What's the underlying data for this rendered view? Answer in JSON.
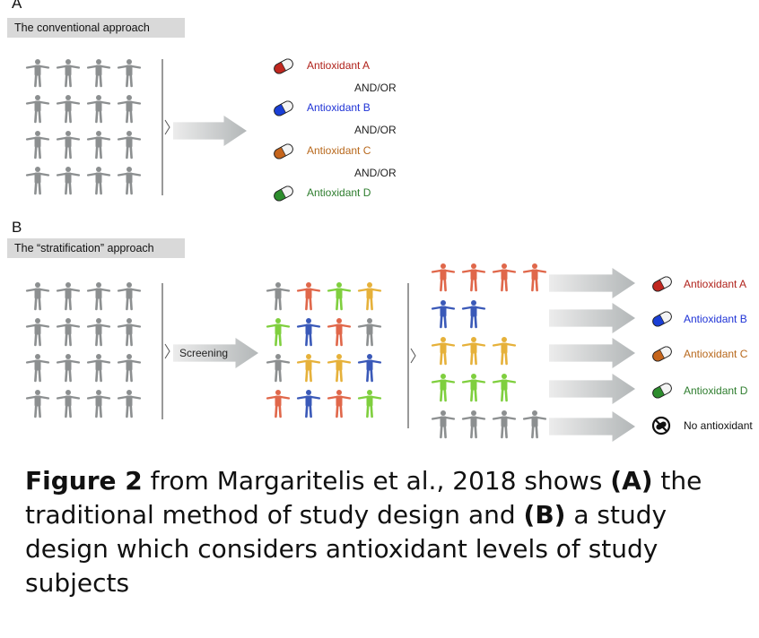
{
  "colors": {
    "grey": "#8c8f90",
    "red": "#e0674a",
    "blue": "#3a59b8",
    "green": "#7fcf3e",
    "yellow": "#e6b13a",
    "pill_red": "#c0271f",
    "pill_blue": "#1a3fd6",
    "pill_orange": "#c5651c",
    "pill_green": "#2d8d2d",
    "arrow": "#c4c7c8"
  },
  "panel_a": {
    "letter": "A",
    "title": "The conventional approach",
    "antioxidants": [
      {
        "label": "Antioxidant A",
        "color": "#b0221b",
        "icon": "capsule-red-icon"
      },
      {
        "label": "Antioxidant B",
        "color": "#1f33d6",
        "icon": "capsule-blue-icon"
      },
      {
        "label": "Antioxidant C",
        "color": "#b8681c",
        "icon": "capsule-orange-icon"
      },
      {
        "label": "Antioxidant D",
        "color": "#2e7d2e",
        "icon": "capsule-green-icon"
      }
    ],
    "connector": "AND/OR"
  },
  "panel_b": {
    "letter": "B",
    "title": "The “stratification” approach",
    "screening_label": "Screening",
    "groups": [
      {
        "label": "Antioxidant A",
        "color": "#b0221b",
        "icon": "capsule-red-icon"
      },
      {
        "label": "Antioxidant B",
        "color": "#1f33d6",
        "icon": "capsule-blue-icon"
      },
      {
        "label": "Antioxidant C",
        "color": "#b8681c",
        "icon": "capsule-orange-icon"
      },
      {
        "label": "Antioxidant D",
        "color": "#2e7d2e",
        "icon": "capsule-green-icon"
      },
      {
        "label": "No antioxidant",
        "color": "#111111",
        "icon": "no-capsule-icon"
      }
    ]
  },
  "caption": {
    "fig_label": "Figure 2",
    "text1": " from Margaritelis et al., 2018 shows ",
    "a_label": "(A)",
    "text2": " the traditional method of study design and ",
    "b_label": "(B)",
    "text3": " a study design which considers antioxidant levels of study subjects"
  }
}
